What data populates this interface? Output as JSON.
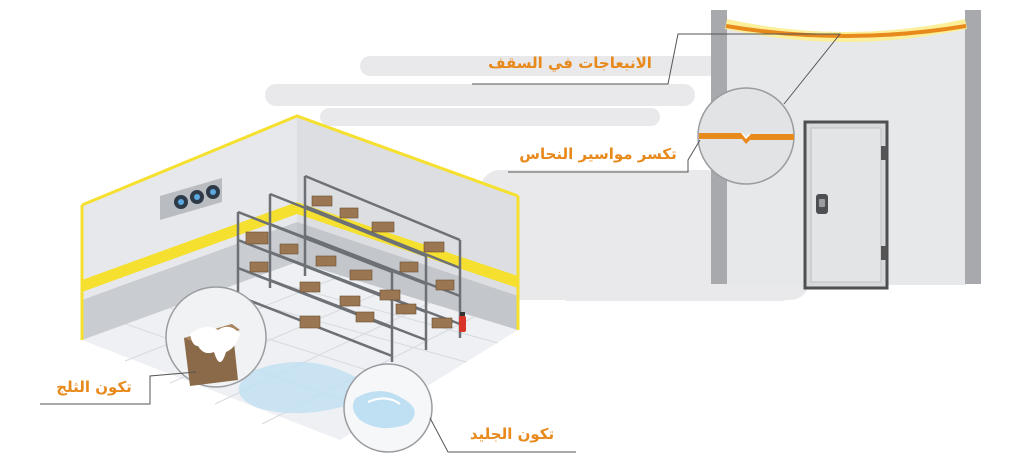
{
  "colors": {
    "accent_orange": "#e8891c",
    "accent_yellow": "#f5e030",
    "wall_gray": "#e7e8ea",
    "cloud_gray": "#e9e9eb",
    "pillar_gray": "#a7a9ac",
    "box_brown": "#8a6a48",
    "ice_blue": "#bfe0f2",
    "leader_line": "#555555"
  },
  "labels": {
    "ceiling_warping": "الانبعاجات في السقف",
    "copper_pipe_break": "تكسر مواسير النحاس",
    "snow_formation": "تكون الثلج",
    "ice_formation": "تكون الجليد"
  },
  "icons": [
    "evaporator-unit-icon",
    "shelving-rack-icon",
    "cardboard-box-icon",
    "fire-extinguisher-icon",
    "cold-room-door-icon",
    "door-handle-icon",
    "ice-puddle-icon",
    "snow-pile-icon"
  ]
}
